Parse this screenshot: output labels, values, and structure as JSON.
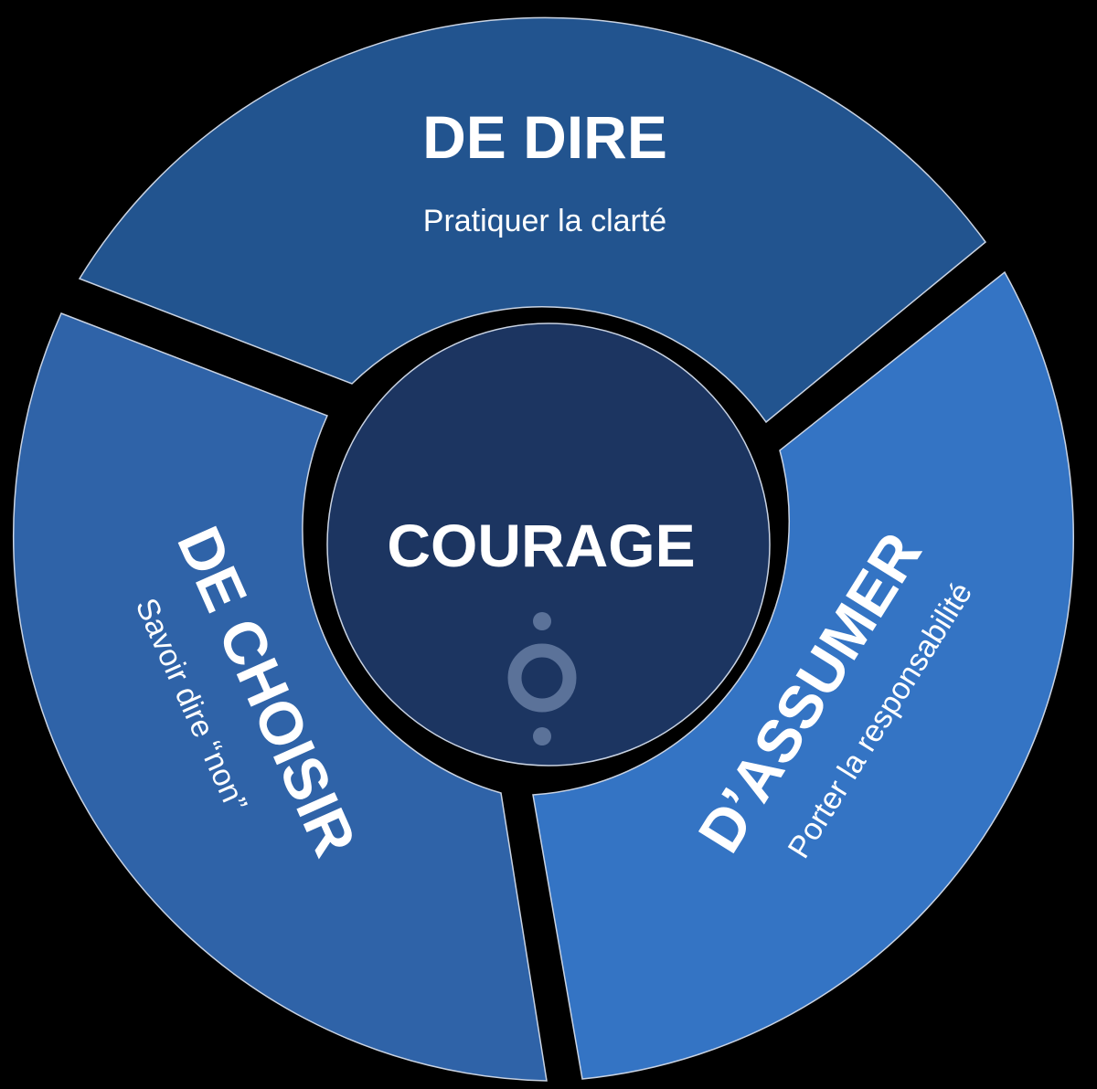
{
  "diagram": {
    "center": {
      "title": "COURAGE",
      "icon": "person-figure-icon",
      "fill": "#1c3561",
      "icon_color": "#5b7299"
    },
    "segments": [
      {
        "id": "top",
        "title": "DE DIRE",
        "subtitle": "Pratiquer la clarté",
        "fill": "#22548f"
      },
      {
        "id": "left",
        "title": "DE CHOISIR",
        "subtitle": "Savoir dire “non”",
        "fill": "#2f63a8"
      },
      {
        "id": "right",
        "title": "D’ASSUMER",
        "subtitle": "Porter la responsabilité",
        "fill": "#3474c4"
      }
    ],
    "background": "#000000"
  }
}
